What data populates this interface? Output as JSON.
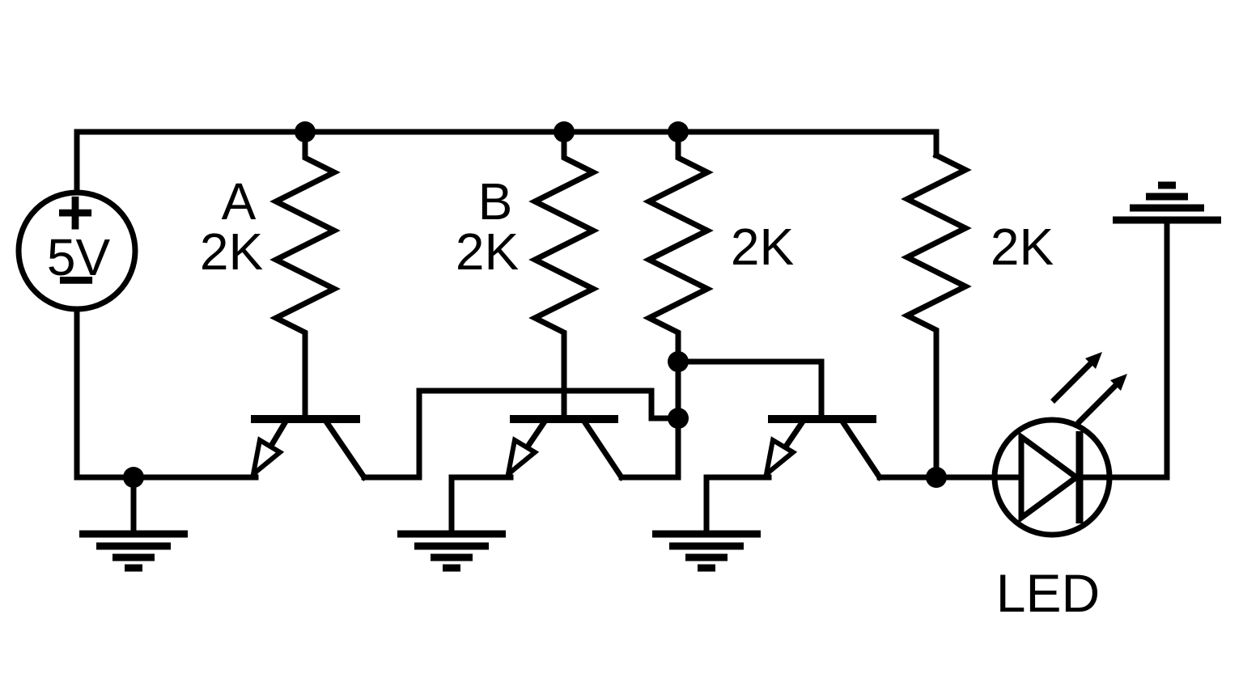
{
  "diagram": {
    "kind": "transistor-led-circuit-schematic",
    "background": "#ffffff",
    "ink": "#000000",
    "power_supply": {
      "voltage": "5V",
      "plus_symbol": "+",
      "minus_symbol": "−"
    },
    "resistors": [
      {
        "name": "A",
        "value": "2K"
      },
      {
        "name": "B",
        "value": "2K"
      },
      {
        "value": "2K"
      },
      {
        "value": "2K"
      }
    ],
    "led": {
      "label": "LED"
    }
  }
}
